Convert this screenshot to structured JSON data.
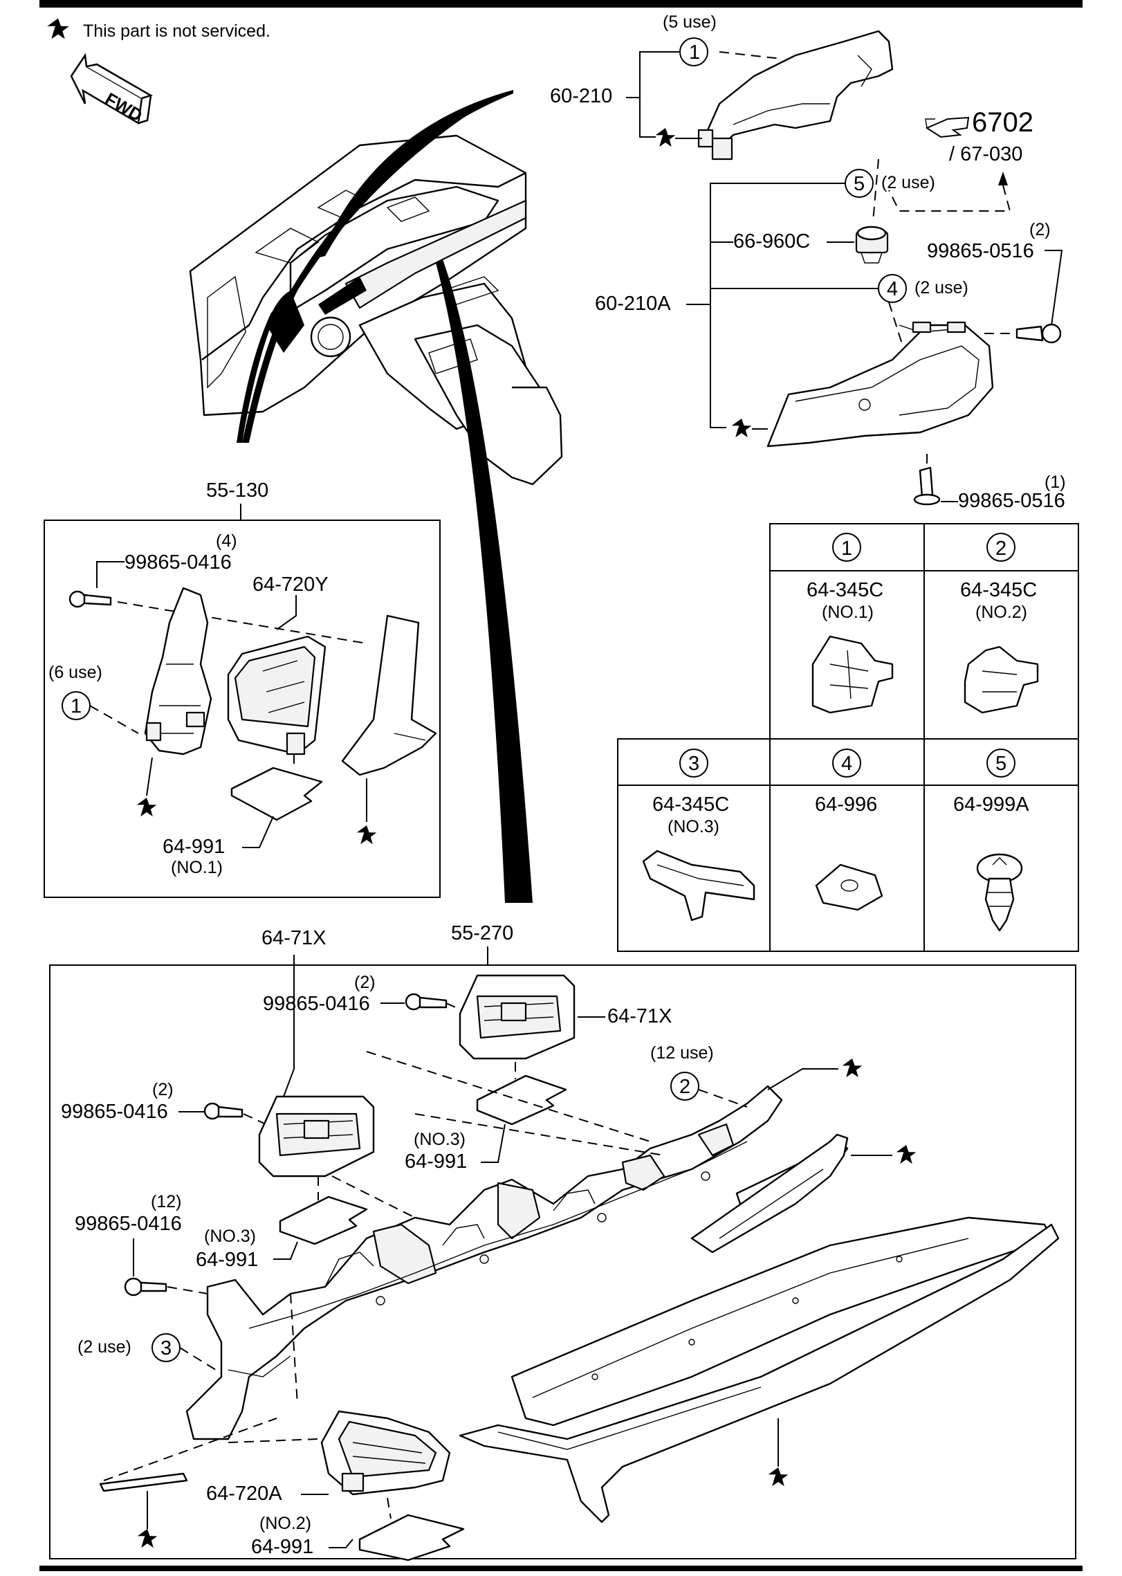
{
  "header": {
    "note": "This part is not serviced.",
    "fwd_label": "FWD"
  },
  "reference": {
    "page_number": "6702",
    "page_sub": "/ 67-030"
  },
  "top_right": {
    "group_a": "60-210",
    "group_a_use": "(5 use)",
    "group_b": "60-210A",
    "switch_part": "66-960C",
    "use5": "(2 use)",
    "use4": "(2 use)",
    "screw_upper": "99865-0516",
    "screw_upper_qty": "(2)",
    "screw_lower": "99865-0516",
    "screw_lower_qty": "(1)"
  },
  "box_55130": {
    "title": "55-130",
    "screw": "99865-0416",
    "screw_qty": "(4)",
    "louver": "64-720Y",
    "use": "(6 use)",
    "seal": "64-991",
    "seal_no": "(NO.1)"
  },
  "legend": [
    {
      "num": "1",
      "part": "64-345C",
      "sub": "(NO.1)"
    },
    {
      "num": "2",
      "part": "64-345C",
      "sub": "(NO.2)"
    },
    {
      "num": "3",
      "part": "64-345C",
      "sub": "(NO.3)"
    },
    {
      "num": "4",
      "part": "64-996",
      "sub": ""
    },
    {
      "num": "5",
      "part": "64-999A",
      "sub": ""
    }
  ],
  "box_55270": {
    "title": "55-270",
    "screw_a": "99865-0416",
    "screw_a_qty": "(2)",
    "louver_a": "64-71X",
    "louver_b": "64-71X",
    "screw_b": "99865-0416",
    "screw_b_qty": "(2)",
    "use12": "(12 use)",
    "seal_a": "64-991",
    "seal_a_no": "(NO.3)",
    "screw_c": "99865-0416",
    "screw_c_qty": "(12)",
    "seal_b": "64-991",
    "seal_b_no": "(NO.3)",
    "use3": "(2 use)",
    "louver_c": "64-720A",
    "seal_c": "64-991",
    "seal_c_no": "(NO.2)"
  }
}
